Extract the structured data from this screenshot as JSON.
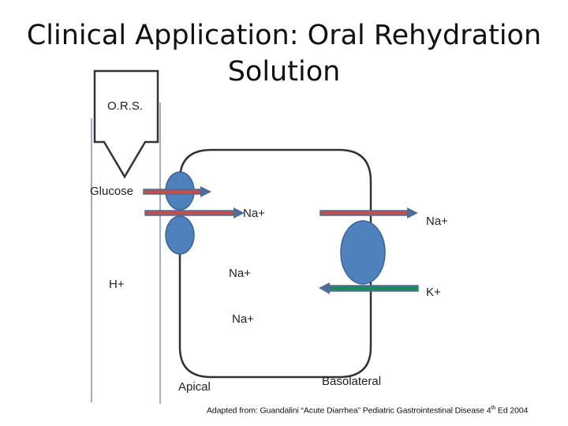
{
  "title": {
    "line1": "Clinical Application: Oral Rehydration",
    "line2": "Solution"
  },
  "labels": {
    "ors": "O.R.S.",
    "glucose": "Glucose",
    "na_top_left": "Na+",
    "na_top_right": "Na+",
    "na_mid": "Na+",
    "h_plus": "H+",
    "k_plus": "K+",
    "na_bottom": "Na+",
    "apical": "Apical",
    "basolateral": "Basolateral"
  },
  "footnote": {
    "text": "Adapted from: Guandalini “Acute Diarrhea” Pediatric Gastrointestinal Disease  4",
    "sup": "th",
    "tail": " Ed 2004"
  },
  "colors": {
    "arrow_red": "#c0504d",
    "arrow_green": "#1e8a5a",
    "arrow_outline": "#4f6d9a",
    "transporter_blue": "#4f81bd",
    "cell_outline": "#333333",
    "lumen_line": "#7f93b3"
  }
}
